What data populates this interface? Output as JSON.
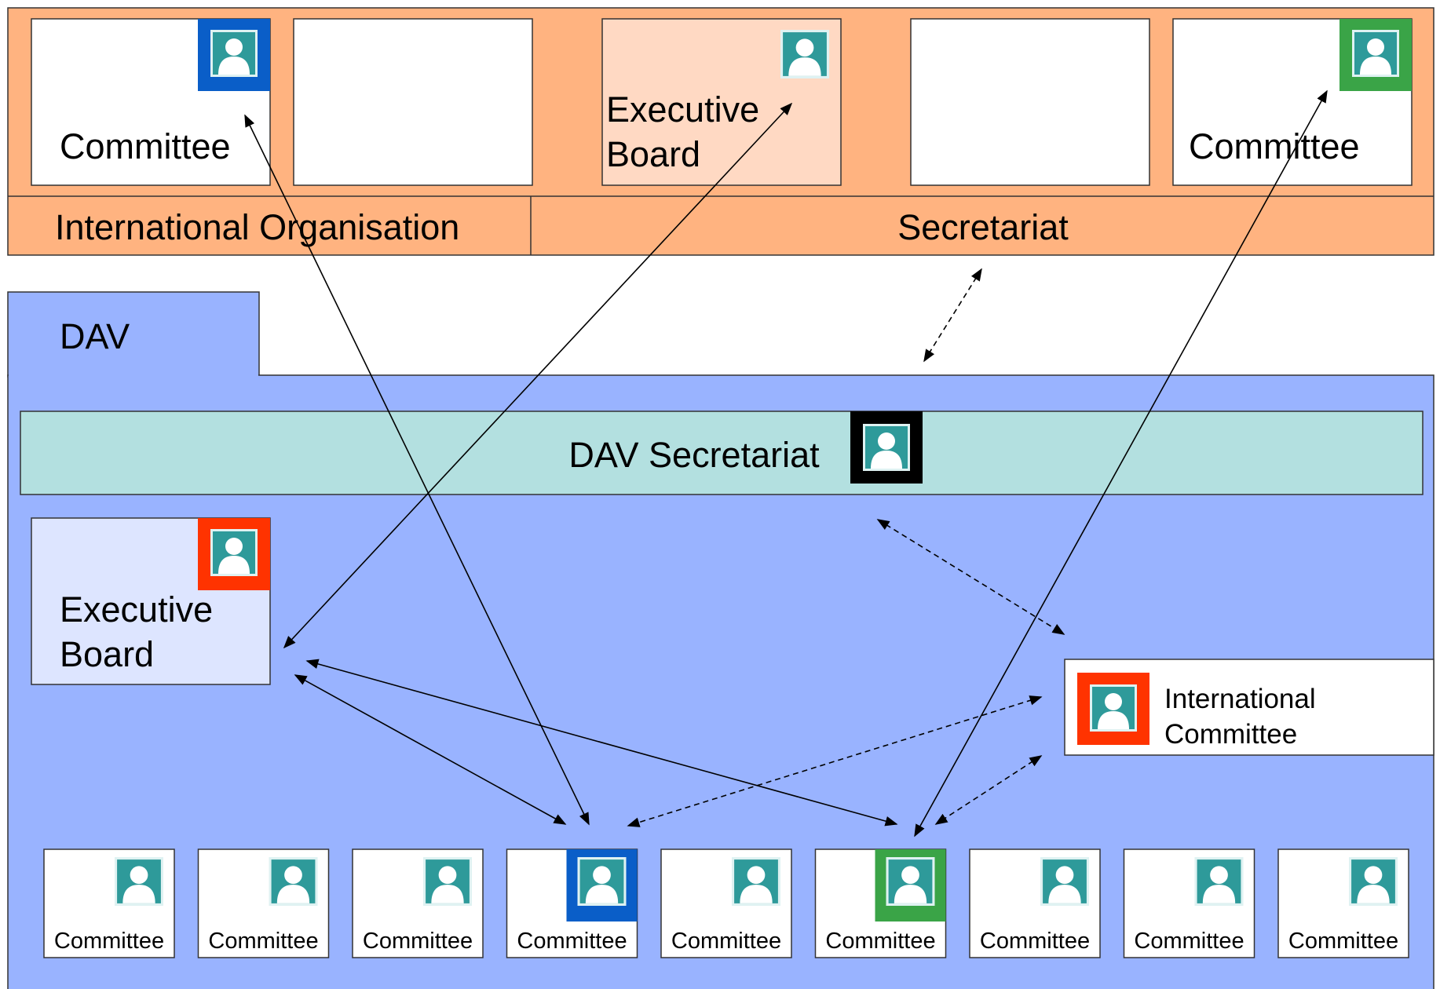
{
  "international": {
    "org_label": "International Organisation",
    "secretariat_label": "Secretariat",
    "boxes": [
      {
        "label": "Committee",
        "badge": "blue"
      },
      {
        "label": "",
        "badge": ""
      },
      {
        "label_line1": "Executive",
        "label_line2": "Board",
        "badge": "none"
      },
      {
        "label": "",
        "badge": ""
      },
      {
        "label": "Committee",
        "badge": "green"
      }
    ]
  },
  "dav": {
    "tab_label": "DAV",
    "secretariat_label": "DAV Secretariat",
    "exec_board": {
      "label_line1": "Executive",
      "label_line2": "Board",
      "badge": "red"
    },
    "intl_committee": {
      "label_line1": "International",
      "label_line2": "Committee",
      "badge": "red"
    },
    "committees": [
      {
        "label": "Committee",
        "badge": "none"
      },
      {
        "label": "Committee",
        "badge": "none"
      },
      {
        "label": "Committee",
        "badge": "none"
      },
      {
        "label": "Committee",
        "badge": "blue"
      },
      {
        "label": "Committee",
        "badge": "none"
      },
      {
        "label": "Committee",
        "badge": "green"
      },
      {
        "label": "Committee",
        "badge": "none"
      },
      {
        "label": "Committee",
        "badge": "none"
      },
      {
        "label": "Committee",
        "badge": "none"
      }
    ]
  },
  "colors": {
    "intl_band": "#ffb380",
    "exec_box_top": "#ffd9c3",
    "dav_band": "#99b3ff",
    "dav_secretariat": "#b3e0e0",
    "exec_box_dav": "#dde5ff",
    "badge_blue": "#0a5ec8",
    "badge_green": "#3aa447",
    "badge_red": "#ff3300",
    "badge_black": "#000000",
    "person_fill": "#2e9a9a"
  }
}
